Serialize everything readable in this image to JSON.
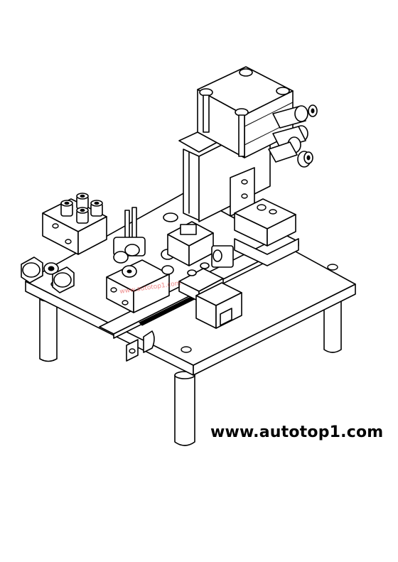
{
  "drawing": {
    "subject": "pneumatic-fixture-assembly",
    "line_color": "#000000",
    "background": "#ffffff"
  },
  "website_label": "www.autotop1.com",
  "watermark": "www.autotop1.com",
  "watermark_color": "#e23a3a"
}
